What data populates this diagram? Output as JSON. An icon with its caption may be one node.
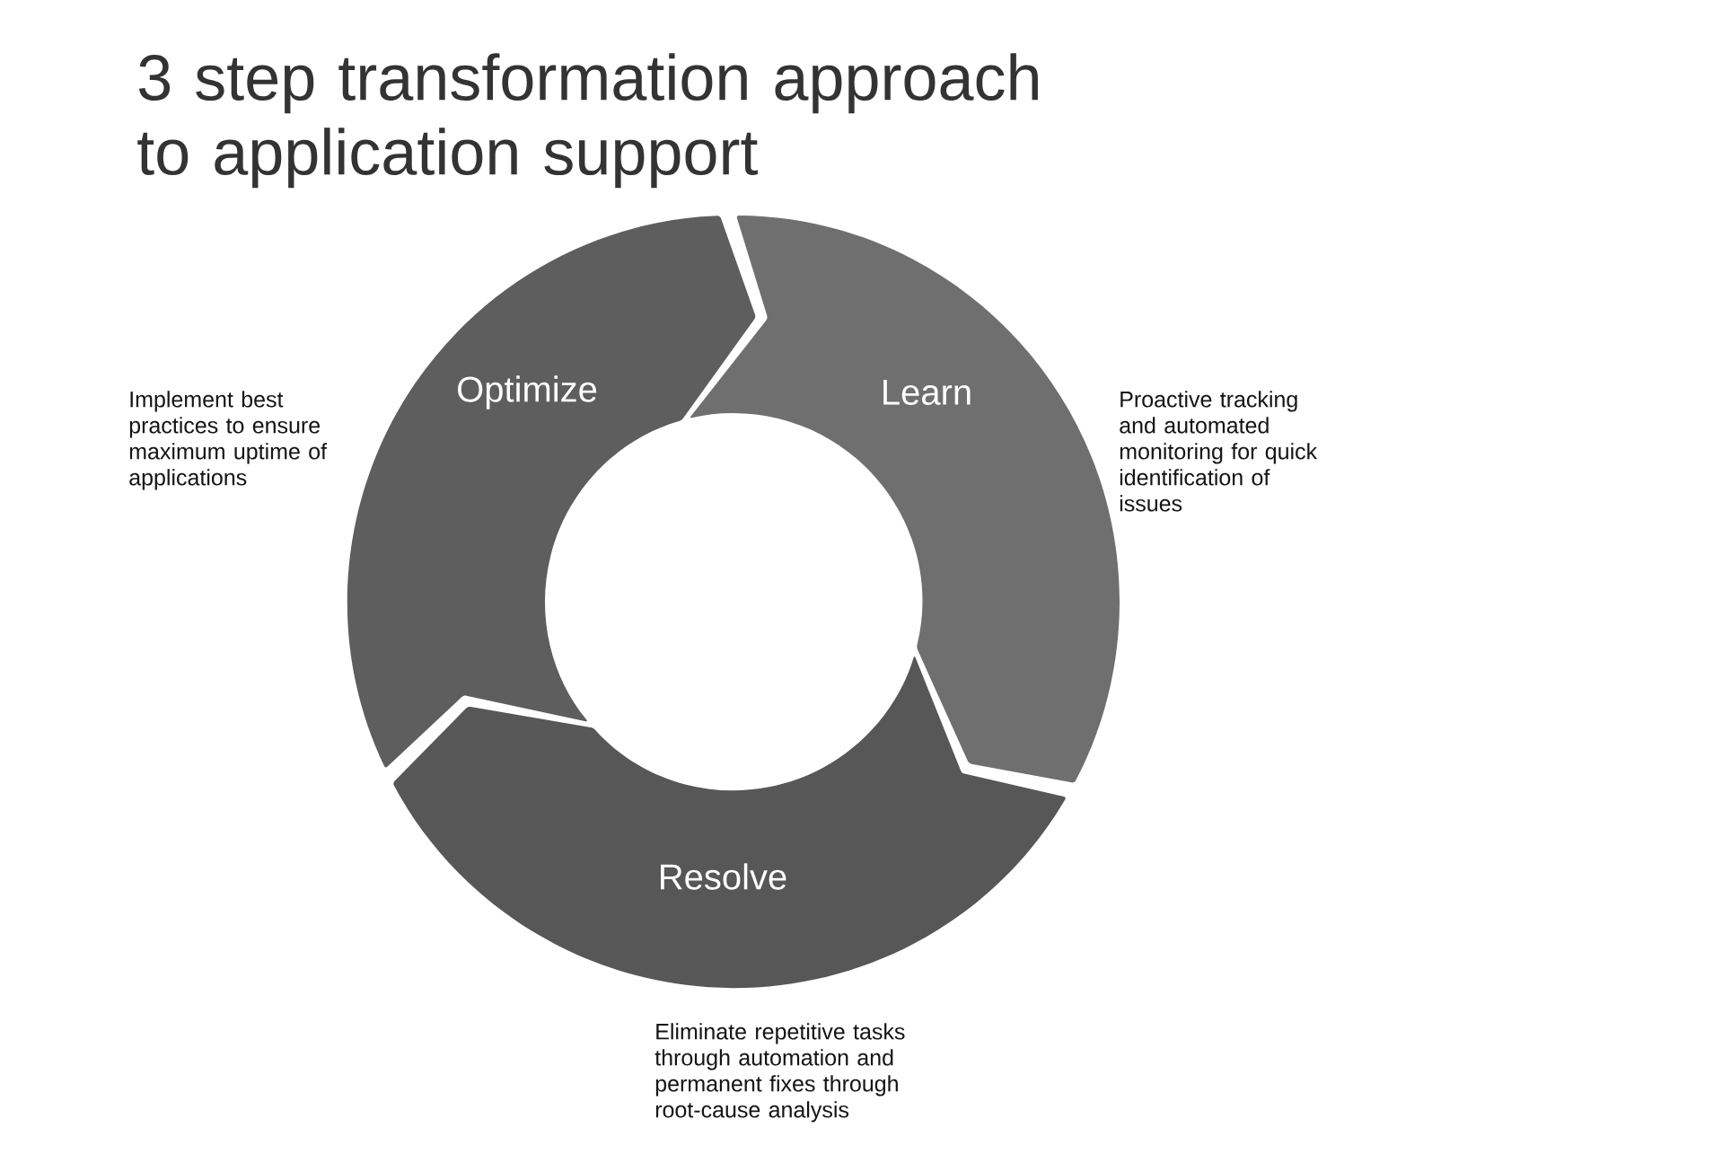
{
  "diagram": {
    "title": "3 step transformation approach to application support",
    "nodes": [
      {
        "text": [
          "Optimize"
        ],
        "beside": [
          "Implement best practices to ensure maximum uptime of applications"
        ]
      },
      {
        "text": [
          "Learn"
        ],
        "beside": [
          "Proactive tracking and automated monitoring for quick identification of issues"
        ]
      },
      {
        "text": [
          "Resolve"
        ],
        "beside": [
          "Eliminate repetitive tasks through automation and permanent fixes through root-cause analysis"
        ]
      }
    ]
  }
}
